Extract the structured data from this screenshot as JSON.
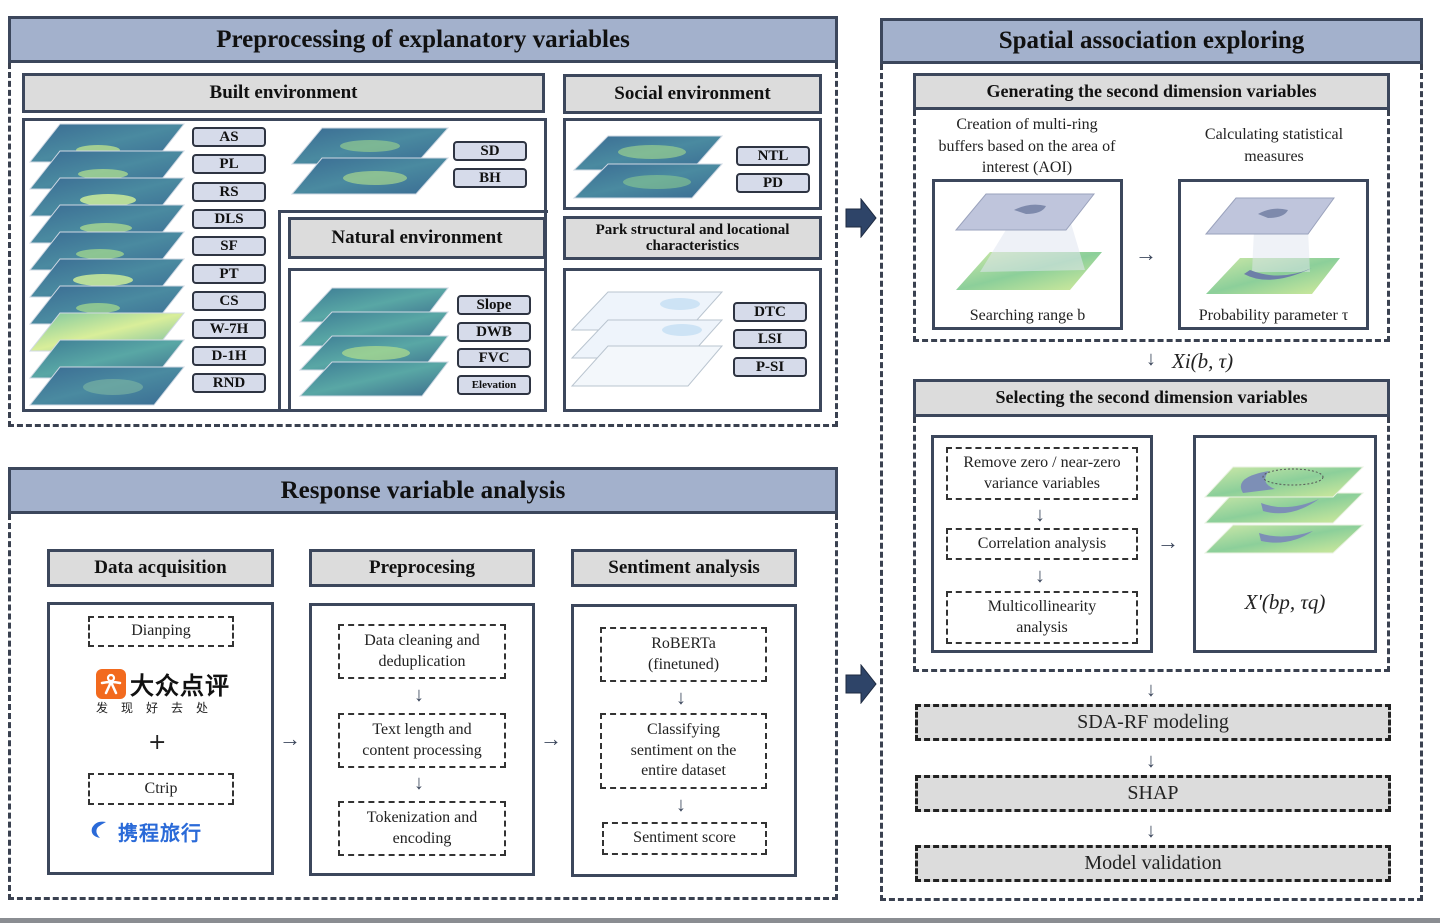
{
  "preprocessing": {
    "title": "Preprocessing of explanatory variables",
    "built": {
      "title": "Built environment",
      "tags_left": [
        "AS",
        "PL",
        "RS",
        "DLS",
        "SF",
        "PT",
        "CS",
        "W-7H",
        "D-1H",
        "RND"
      ],
      "tags_right": [
        "SD",
        "BH"
      ]
    },
    "social": {
      "title": "Social environment",
      "tags": [
        "NTL",
        "PD"
      ]
    },
    "natural": {
      "title": "Natural environment",
      "tags": [
        "Slope",
        "DWB",
        "FVC",
        "Elevation"
      ]
    },
    "park": {
      "title": "Park structural and locational characteristics",
      "tags": [
        "DTC",
        "LSI",
        "P-SI"
      ]
    }
  },
  "response": {
    "title": "Response variable analysis",
    "acquisition": {
      "title": "Data acquisition",
      "source1": "Dianping",
      "logo1_badge": "☉",
      "logo1_name": "大众点评",
      "logo1_slogan": "发现好去处",
      "plus": "+",
      "source2": "Ctrip",
      "logo2_name": "携程旅行"
    },
    "preprocessing": {
      "title": "Preprocesing",
      "steps": [
        "Data cleaning and deduplication",
        "Text length and content processing",
        "Tokenization and encoding"
      ]
    },
    "sentiment": {
      "title": "Sentiment analysis",
      "steps": [
        "RoBERTa (finetuned)",
        "Classifying sentiment on the entire dataset",
        "Sentiment score"
      ]
    }
  },
  "spatial": {
    "title": "Spatial association exploring",
    "generating": {
      "title": "Generating the second dimension variables",
      "left_caption": "Creation of multi-ring buffers based on the area of interest (AOI)",
      "right_caption": "Calculating statistical measures",
      "left_label": "Searching range b",
      "right_label": "Probability parameter τ"
    },
    "output_formula": "Xi(b, τ)",
    "selecting": {
      "title": "Selecting the second dimension variables",
      "steps": [
        "Remove zero / near-zero variance variables",
        "Correlation analysis",
        "Multicollinearity analysis"
      ],
      "result_formula": "X'(bp, τq)"
    },
    "pipeline": [
      "SDA-RF modeling",
      "SHAP",
      "Model validation"
    ]
  },
  "arrows": {
    "down": "↓",
    "right": "→"
  }
}
